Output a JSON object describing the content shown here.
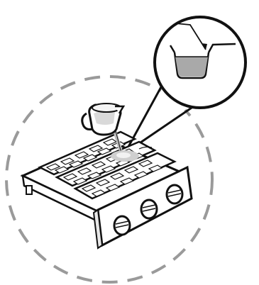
{
  "figure": {
    "subject": "ice-maker-tray-filling-illustration",
    "palette": {
      "line": "#111111",
      "dash": "#9a9a9a",
      "water": "#a9a9a9",
      "water_light": "#d6d6d6",
      "background": "#ffffff"
    },
    "parts": {
      "pitcher": "pitcher-icon",
      "tray": "ice-tray",
      "knobs": "knob-icon",
      "inset": "measuring-cup-icon"
    },
    "knob_count": 3
  }
}
